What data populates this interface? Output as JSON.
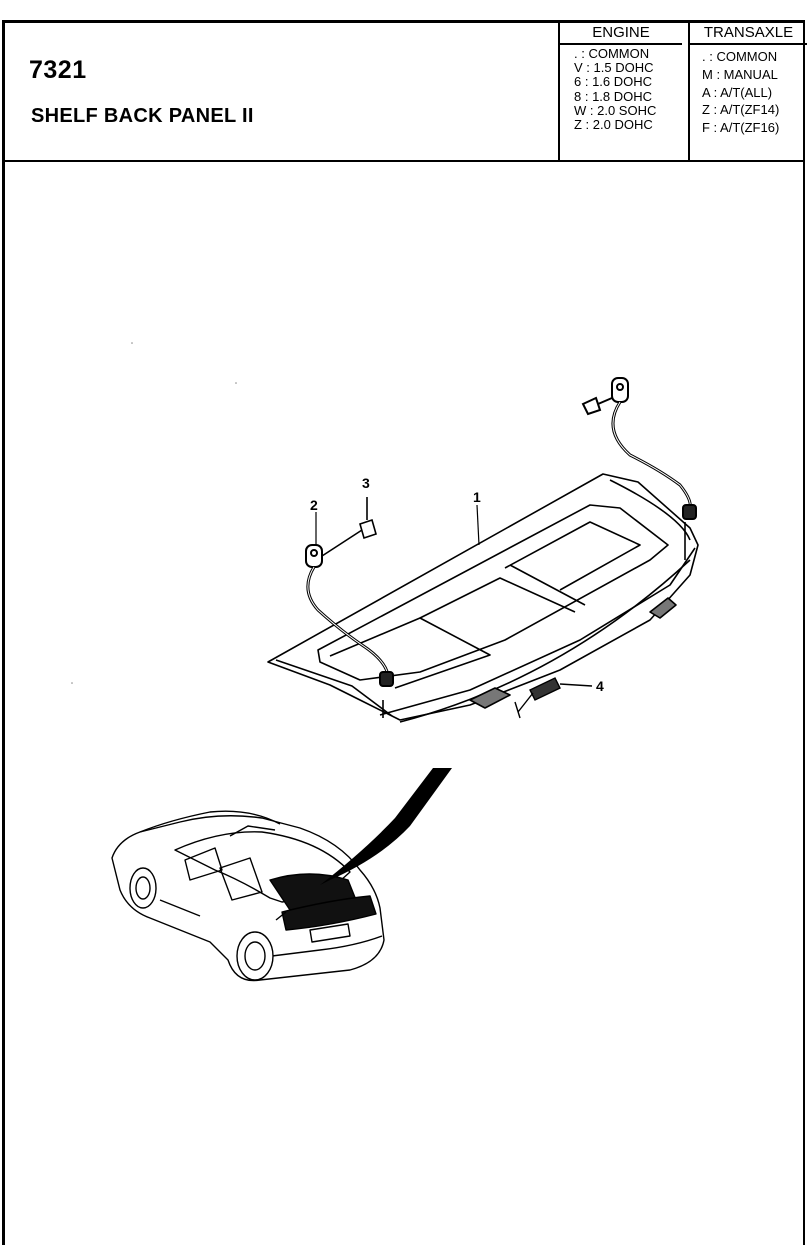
{
  "header": {
    "code": "7321",
    "title": "SHELF BACK PANEL II",
    "engine": {
      "heading": "ENGINE",
      "items": [
        ". : COMMON",
        "V : 1.5 DOHC",
        "6 : 1.6 DOHC",
        "8 : 1.8 DOHC",
        "W : 2.0 SOHC",
        "Z : 2.0 DOHC"
      ]
    },
    "transaxle": {
      "heading": "TRANSAXLE",
      "items": [
        ". : COMMON",
        "M : MANUAL",
        "A : A/T(ALL)",
        "Z : A/T(ZF14)",
        "F : A/T(ZF16)"
      ]
    }
  },
  "callouts": [
    "1",
    "2",
    "3",
    "4"
  ]
}
